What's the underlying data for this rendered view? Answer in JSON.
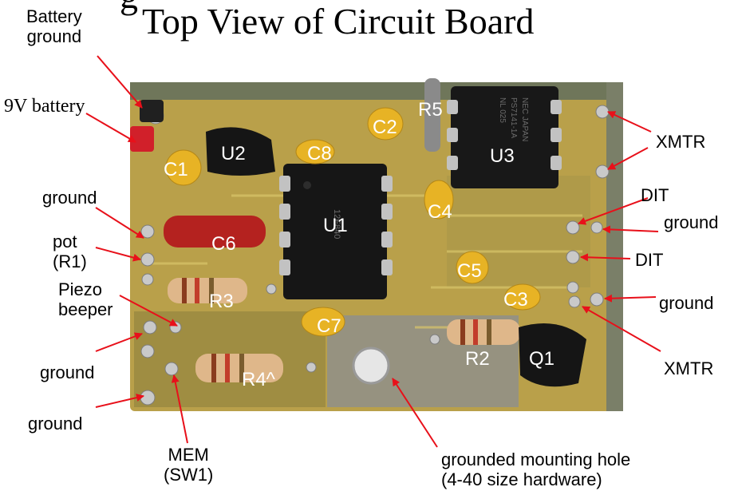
{
  "title_partial": "g",
  "title": "Top View of Circuit Board",
  "external_labels": {
    "battery_ground": [
      "Battery",
      "ground"
    ],
    "battery_9v": "9V battery",
    "ground_1": "ground",
    "pot": [
      "pot",
      "(R1)"
    ],
    "piezo": [
      "Piezo",
      "beeper"
    ],
    "ground_2": "ground",
    "ground_3": "ground",
    "mem": [
      "MEM",
      "(SW1)"
    ],
    "xmtr_top": "XMTR",
    "dit_top": "DIT",
    "ground_right_top": "ground",
    "dit_mid": "DIT",
    "ground_right_bottom": "ground",
    "xmtr_bottom": "XMTR",
    "mount_hole": [
      "grounded mounting hole",
      "(4-40 size hardware)"
    ]
  },
  "components": {
    "C1": "C1",
    "C2": "C2",
    "C3": "C3",
    "C4": "C4",
    "C5": "C5",
    "C6": "C6",
    "C7": "C7",
    "C8": "C8",
    "U1": "U1",
    "U2": "U2",
    "U3": "U3",
    "R2": "R2",
    "R3": "R3",
    "R4": "R4^",
    "R5": "R5",
    "Q1": "Q1"
  },
  "chip_markings": {
    "U1": "12F840",
    "U3": [
      "NEC JAPAN",
      "PS7141-1A",
      "NL 025"
    ]
  },
  "colors": {
    "arrow": "#e8101a",
    "board": "#b9a04a",
    "board_dark": "#5a6a4a",
    "tantalum": "#e7b325",
    "chip": "#161616",
    "solder": "#c9c9c9"
  }
}
